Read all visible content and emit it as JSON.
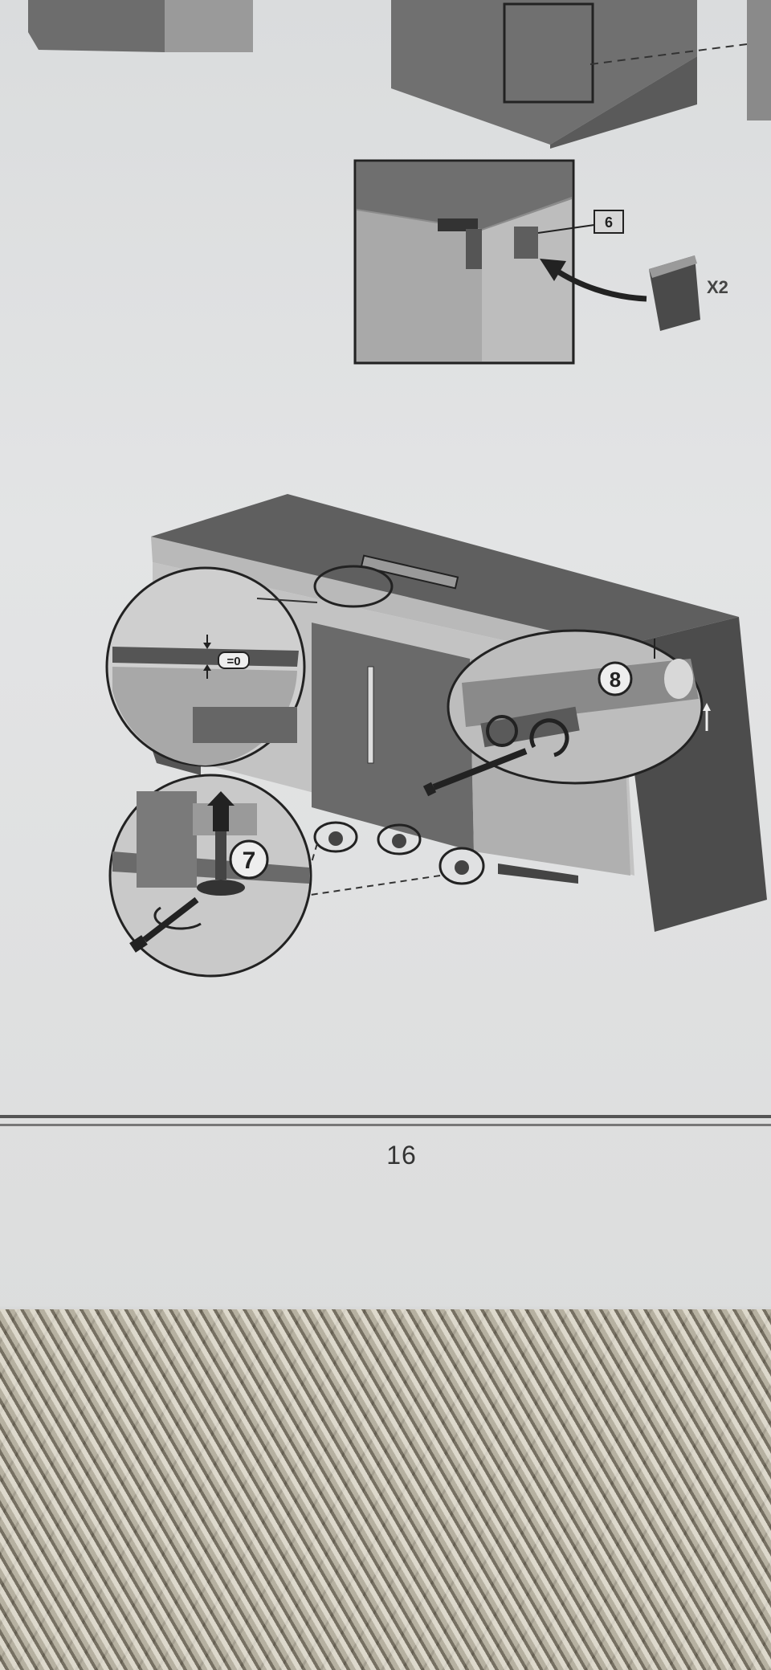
{
  "page": {
    "number": "16"
  },
  "callouts": {
    "part_label": "6",
    "quantity": "X2",
    "gap_label": "=0",
    "step_7": "7",
    "step_8": "8"
  }
}
